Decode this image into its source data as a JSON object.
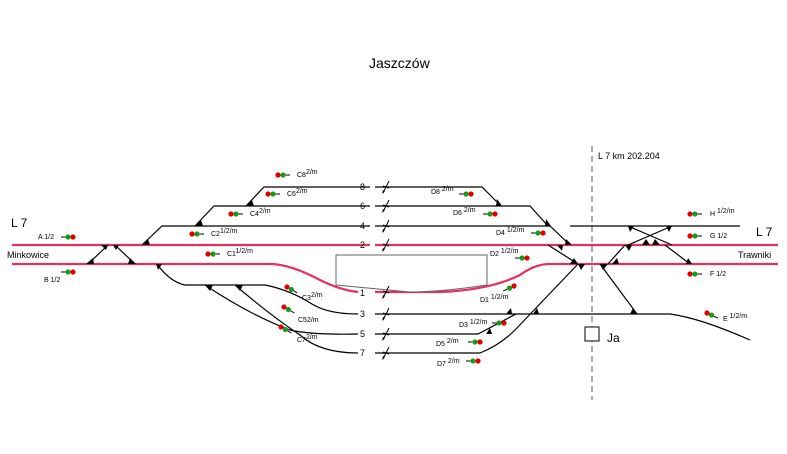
{
  "title": "Jaszczów",
  "line_left": "L 7",
  "line_right": "L 7",
  "station_left": "Minkowice",
  "station_right": "Trawniki",
  "kilometre_label": "L 7 km  202.204",
  "signal_box": "Ja",
  "colors": {
    "main_track": "#e8305e",
    "side_track": "#000000",
    "signal_red": "#e00000",
    "signal_green": "#1a9a1a"
  },
  "tracks": [
    {
      "number": "8"
    },
    {
      "number": "6"
    },
    {
      "number": "4"
    },
    {
      "number": "2"
    },
    {
      "number": "1"
    },
    {
      "number": "3"
    },
    {
      "number": "5"
    },
    {
      "number": "7"
    }
  ],
  "signals": {
    "A": {
      "name": "A",
      "sup": "1/2"
    },
    "B": {
      "name": "B",
      "sup": "1/2"
    },
    "C1": {
      "name": "C1",
      "sup": "1/2/m"
    },
    "C2": {
      "name": "C2",
      "sup": "1/2/m"
    },
    "C3": {
      "name": "C3",
      "sup": "2/m"
    },
    "C4": {
      "name": "C4",
      "sup": "2/m"
    },
    "C5": {
      "name": "C5",
      "sup": "2/m"
    },
    "C6": {
      "name": "C6",
      "sup": "2/m"
    },
    "C7": {
      "name": "C7",
      "sup": "2/m"
    },
    "C8": {
      "name": "C8",
      "sup": "2/m"
    },
    "D1": {
      "name": "D1",
      "sup": "1/2/m"
    },
    "D2": {
      "name": "D2",
      "sup": "1/2/m"
    },
    "D3": {
      "name": "D3",
      "sup": "1/2/m"
    },
    "D4": {
      "name": "D4",
      "sup": "1/2/m"
    },
    "D5": {
      "name": "D5",
      "sup": "2/m"
    },
    "D6": {
      "name": "D6",
      "sup": "2/m"
    },
    "D7": {
      "name": "D7",
      "sup": "2/m"
    },
    "D8": {
      "name": "D8",
      "sup": "2/m"
    },
    "E": {
      "name": "E",
      "sup": "1/2/m"
    },
    "F": {
      "name": "F",
      "sup": "1/2"
    },
    "G": {
      "name": "G",
      "sup": "1/2"
    },
    "H": {
      "name": "H",
      "sup": "1/2/m"
    }
  }
}
